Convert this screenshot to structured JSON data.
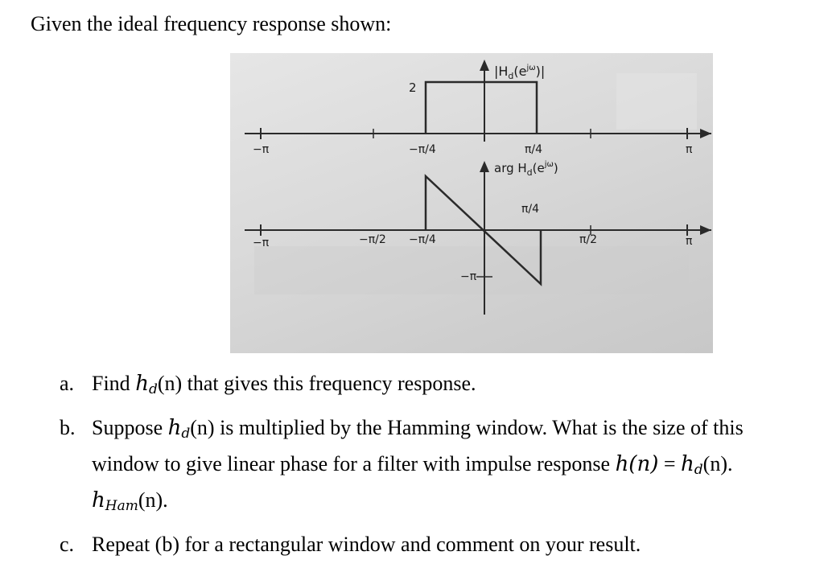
{
  "intro": "Given the ideal frequency response shown:",
  "figure": {
    "magnitude_label": "|H_d(e^{jω})|",
    "magnitude_label_main": "|H",
    "magnitude_label_sub": "d",
    "magnitude_label_rest": "(e",
    "magnitude_label_sup": "jω",
    "magnitude_label_end": ")|",
    "magnitude_level": "2",
    "mag_ticks": {
      "left_pi": "−π",
      "neg_pi4": "−π/4",
      "pi4": "π/4",
      "right_pi": "π"
    },
    "phase_label_prefix": "arg H",
    "phase_label_sub": "d",
    "phase_label_rest": "(e",
    "phase_label_sup": "jω",
    "phase_label_end": ")",
    "phase_ticks": {
      "left_pi": "−π",
      "neg_pi2": "−π/2",
      "neg_pi4": "−π/4",
      "pi2": "π/2",
      "right_pi": "π"
    },
    "phase_level": "π/4",
    "phase_neg_level": "−π"
  },
  "questions": {
    "a": {
      "marker": "a.",
      "t1": "Find ",
      "h": "h",
      "d": "d",
      "t2": "(n) that gives this frequency response."
    },
    "b": {
      "marker": "b.",
      "t1": "Suppose ",
      "h": "h",
      "d": "d",
      "t2": "(n) is multiplied by the Hamming window. What is the size of this window to give linear phase for a filter with impulse response ",
      "hn": "h(n)",
      "eq": " = ",
      "h2": "h",
      "d2": "d",
      "t3": "(n). ",
      "h3": "h",
      "ham": "Ham",
      "t4": "(n)."
    },
    "c": {
      "marker": "c.",
      "text": "Repeat (b) for a rectangular window and comment on your result."
    }
  }
}
